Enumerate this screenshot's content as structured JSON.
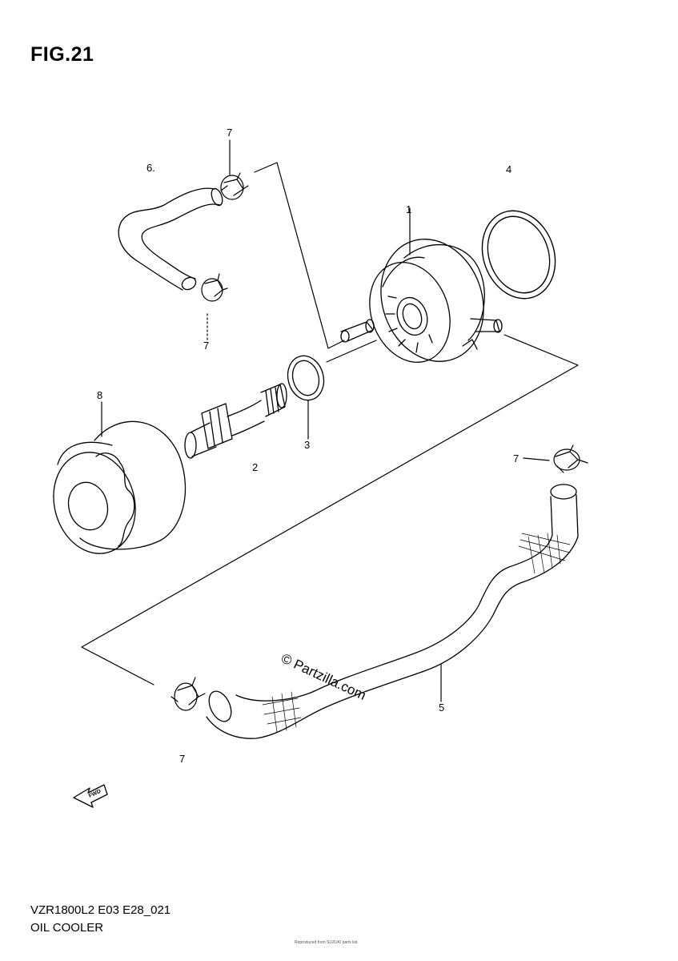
{
  "figure_title": "FIG.21",
  "callouts": {
    "c1": "1",
    "c2": "2",
    "c3": "3",
    "c4": "4",
    "c5": "5",
    "c6": "6.",
    "c7a": "7",
    "c7b": "7",
    "c7c": "7",
    "c7d": "7",
    "c8": "8"
  },
  "watermark": "© Partzilla.com",
  "fwd_label": "FWD",
  "footer": {
    "model_code": "VZR1800L2 E03 E28_021",
    "section_name": "OIL COOLER"
  },
  "copyright_small": "Reproduced from SUZUKI parts list"
}
